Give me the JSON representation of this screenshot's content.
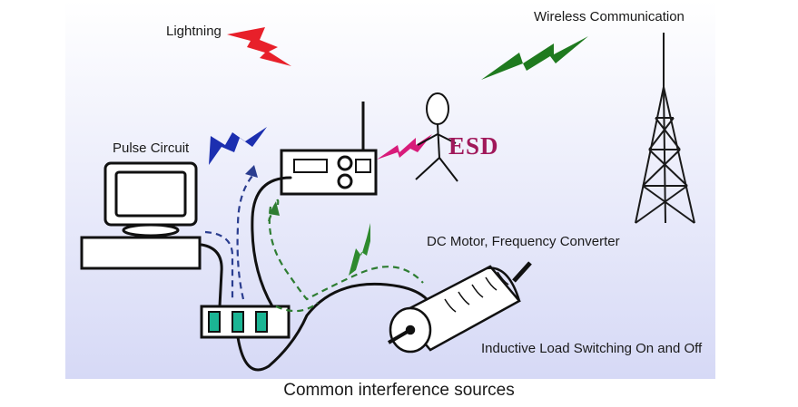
{
  "labels": {
    "lightning": "Lightning",
    "wireless": "Wireless Communication",
    "pulse": "Pulse Circuit",
    "esd": "ESD",
    "motor": "DC Motor, Frequency Converter",
    "inductive": "Inductive Load Switching On and Off"
  },
  "caption": "Common interference sources",
  "colors": {
    "lightning_bolt": "#e8202a",
    "wireless_bolt": "#1f7a1f",
    "pulse_bolt": "#1c2fb0",
    "esd_bolt": "#d81b7a",
    "field_bolt": "#2e8a2e",
    "dashed_blue": "#2a3d8f",
    "dashed_green": "#2e7d32",
    "cable": "#111111",
    "terminal": "#1bb594",
    "background_top": "#ffffff",
    "background_bottom": "#d6d9f6"
  },
  "icons": {
    "monitor": "computer-monitor-icon",
    "radio": "radio-device-icon",
    "person": "stick-person-icon",
    "tower": "radio-tower-icon",
    "motor": "motor-icon",
    "terminal_block": "terminal-block-icon"
  }
}
